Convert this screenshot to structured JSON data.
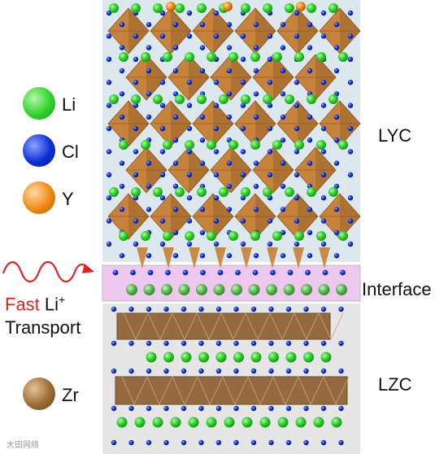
{
  "legend": [
    {
      "label": "Li",
      "color": "#2fd32b",
      "highlight": "#aaf79f"
    },
    {
      "label": "Cl",
      "color": "#0a2fd6",
      "highlight": "#7f95ff"
    },
    {
      "label": "Y",
      "color": "#ef8a12",
      "highlight": "#ffd39a"
    },
    {
      "label": "Zr",
      "color": "#9a6b34",
      "highlight": "#d9b589"
    }
  ],
  "regions": {
    "top": "LYC",
    "interface": "Interface",
    "bottom": "LZC"
  },
  "transport": {
    "fast": "Fast",
    "li": "Li",
    "superscript": "+",
    "line2": "Transport"
  },
  "watermark": "大田网络",
  "colors": {
    "lyc_bg": "#dde8ee",
    "interface_bg": "#efc8ef",
    "lzc_bg": "#e6e6e6",
    "octa_y": "#c67a2c",
    "octa_zr": "#8a5a2a",
    "wave": "#e52222",
    "fast_text": "#e52222"
  }
}
